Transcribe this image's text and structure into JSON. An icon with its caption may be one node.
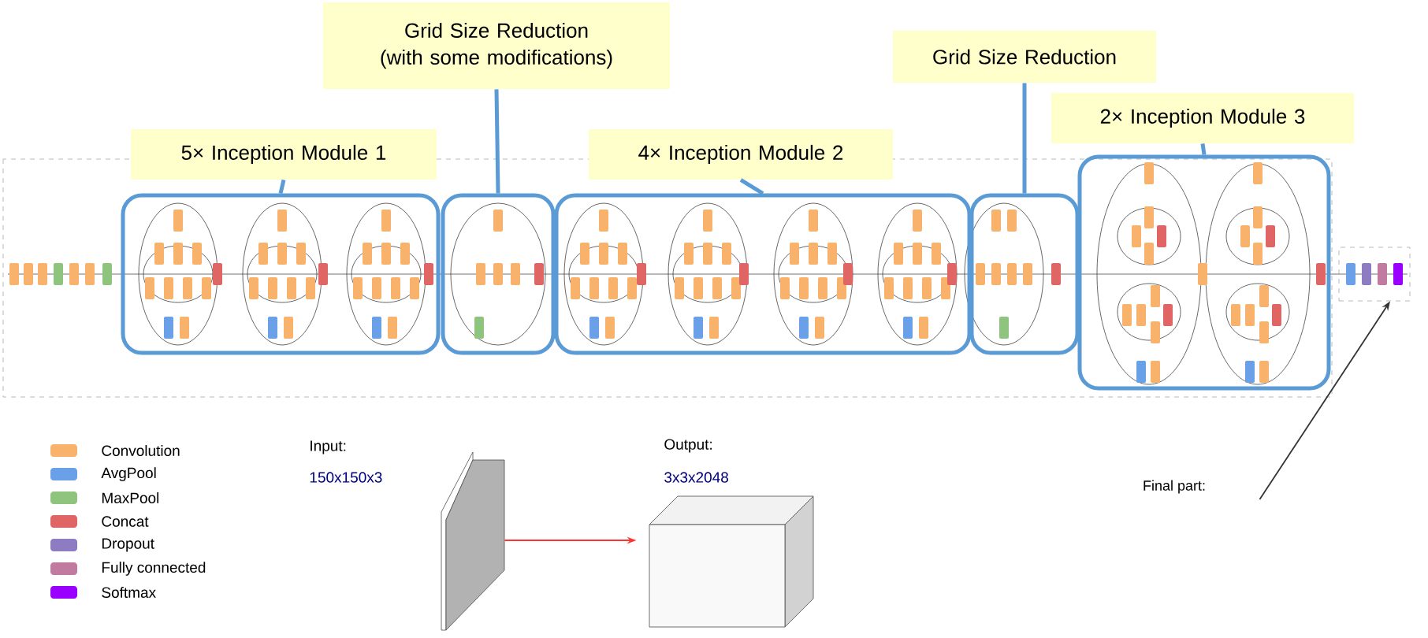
{
  "diagram": {
    "nodes": [
      {
        "text": [
          "5× Inception Module 1"
        ]
      },
      {
        "text": [],
        "shape": "box"
      },
      {
        "text": [
          "Grid Size Reduction (with some modifications)"
        ]
      },
      {
        "text": [],
        "shape": "box"
      },
      {
        "text": [
          "4× Inception Module 2"
        ]
      },
      {
        "text": [],
        "shape": "box"
      },
      {
        "text": [
          "Grid Size Reduction"
        ]
      },
      {
        "text": [],
        "shape": "box"
      },
      {
        "text": [
          "2× Inception Module 3"
        ]
      },
      {
        "text": [],
        "shape": "box"
      },
      {
        "text": [],
        "shape": "box"
      },
      {
        "text": [
          "Final part:"
        ]
      },
      {
        "text": [],
        "shape": "box",
        "beside": [
          "Input:",
          "150x150x3"
        ]
      },
      {
        "text": [],
        "shape": "box",
        "beside": [
          "Output:",
          "3x3x2048"
        ]
      }
    ],
    "edges": [
      {
        "from": 0,
        "to": 1,
        "arrow": "none"
      },
      {
        "from": 2,
        "to": 3,
        "arrow": "none"
      },
      {
        "from": 4,
        "to": 5,
        "arrow": "none"
      },
      {
        "from": 6,
        "to": 7,
        "arrow": "none"
      },
      {
        "from": 8,
        "to": 9,
        "arrow": "none"
      },
      {
        "from": 11,
        "to": 10,
        "arrow": "to",
        "color": "#333333"
      },
      {
        "from": 12,
        "to": 13,
        "arrow": "to",
        "color": "#ff3333"
      }
    ],
    "legend": [
      {
        "text": "Convolution",
        "color": "#f9b26b"
      },
      {
        "text": "AvgPool",
        "color": "#6aa0e8"
      },
      {
        "text": "MaxPool",
        "color": "#8fc47f"
      },
      {
        "text": "Concat",
        "color": "#e06666"
      },
      {
        "text": "Dropout",
        "color": "#8e7cc3"
      },
      {
        "text": "Fully connected",
        "color": "#c27ba0"
      },
      {
        "text": "Softmax",
        "color": "#9900ff"
      }
    ]
  }
}
